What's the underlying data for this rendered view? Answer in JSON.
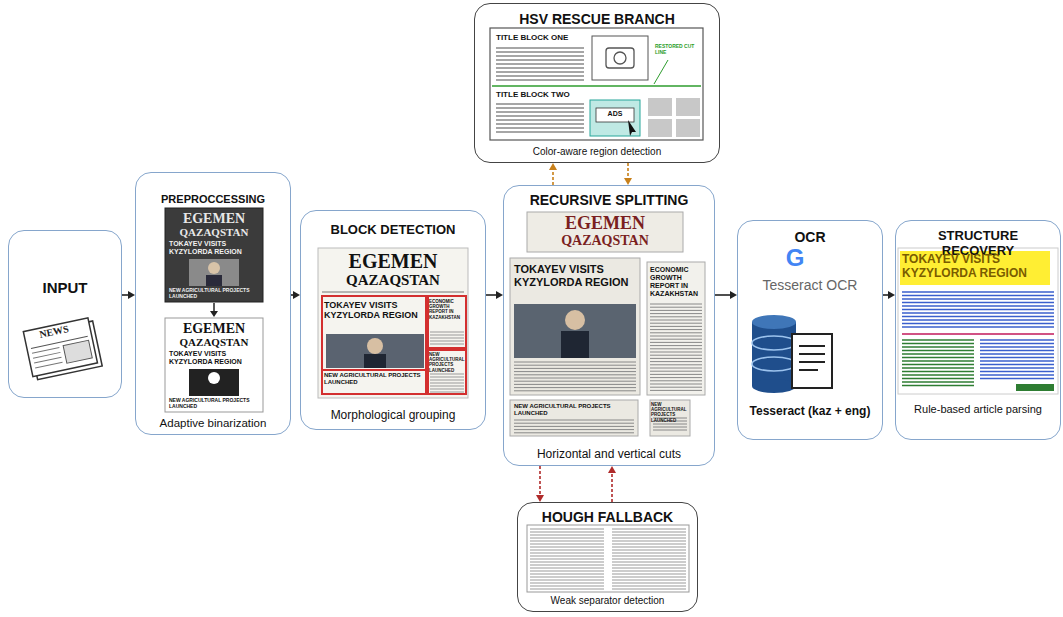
{
  "diagram": {
    "nodes": [
      {
        "text": [
          "INPUT"
        ]
      },
      {
        "text": [
          "PREPROCCESSING",
          "Adaptive binarization"
        ]
      },
      {
        "text": [
          "BLOCK DETECTION",
          "Morphological grouping"
        ]
      },
      {
        "text": [
          "HSV RESCUE BRANCH",
          "Color-aware region detection"
        ]
      },
      {
        "text": [
          "RECURSIVE SPLITTING",
          "Horizontal and vertical cuts"
        ]
      },
      {
        "text": [
          "HOUGH FALLBACK",
          "Weak separator detection"
        ]
      },
      {
        "text": [
          "OCR",
          "Tesseract OCR",
          "Tesseract (kaz + eng)"
        ]
      },
      {
        "text": [
          "STRUCTURE RECOVERY",
          "Rule-based article parsing"
        ]
      }
    ],
    "edges": [
      {
        "from": 0,
        "to": 1,
        "arrow": "to"
      },
      {
        "from": 1,
        "to": 2,
        "arrow": "to"
      },
      {
        "from": 2,
        "to": 4,
        "arrow": "to"
      },
      {
        "from": 4,
        "to": 6,
        "arrow": "to"
      },
      {
        "from": 6,
        "to": 7,
        "arrow": "to"
      },
      {
        "from": 4,
        "to": 3,
        "arrow": "to"
      },
      {
        "from": 3,
        "to": 4,
        "arrow": "to"
      },
      {
        "from": 4,
        "to": 5,
        "arrow": "to"
      },
      {
        "from": 5,
        "to": 4,
        "arrow": "to"
      }
    ],
    "labels": [
      "NEWS",
      "EGEMEN",
      "QAZAQSTAN",
      "TOKAYEV VISITS KYZYLORDA REGION",
      "NEW AGRICULTURAL PROJECTS LAUNCHED",
      "EGEMEN",
      "QAZAQSTAN",
      "TOKAYEV VISITS KYZYLORDA REGION",
      "NEW AGRICULTURAL PROJECTS LAUNCHED",
      "EGEMEN",
      "QAZAQSTAN",
      "TOKAYEV VISITS KYZYLORDA REGION",
      "ECONOMIC GROWTH REPORT IN KAZAKHSTAN",
      "NEW AGRICULTURAL PROJECTS LAUNCHED",
      "NEW AGRICULTURAL PROJECTS LAUNCHED",
      "TITLE BLOCK ONE",
      "RESTORED CUT LINE",
      "TITLE BLOCK TWO",
      "ADS",
      "EGEMEN",
      "QAZAQSTAN",
      "TOKAYEV VISITS KYZYLORDA REGION",
      "ECONOMIC GROWTH REPORT IN KAZAKHSTAN",
      "NEW AGRICULTURAL PROJECTS LAUNCHED",
      "NEW AGRICULTURAL PROJECTS LAUNCHED",
      "G",
      "TOKAYEV VISITS KYZYLORDA REGION"
    ]
  }
}
